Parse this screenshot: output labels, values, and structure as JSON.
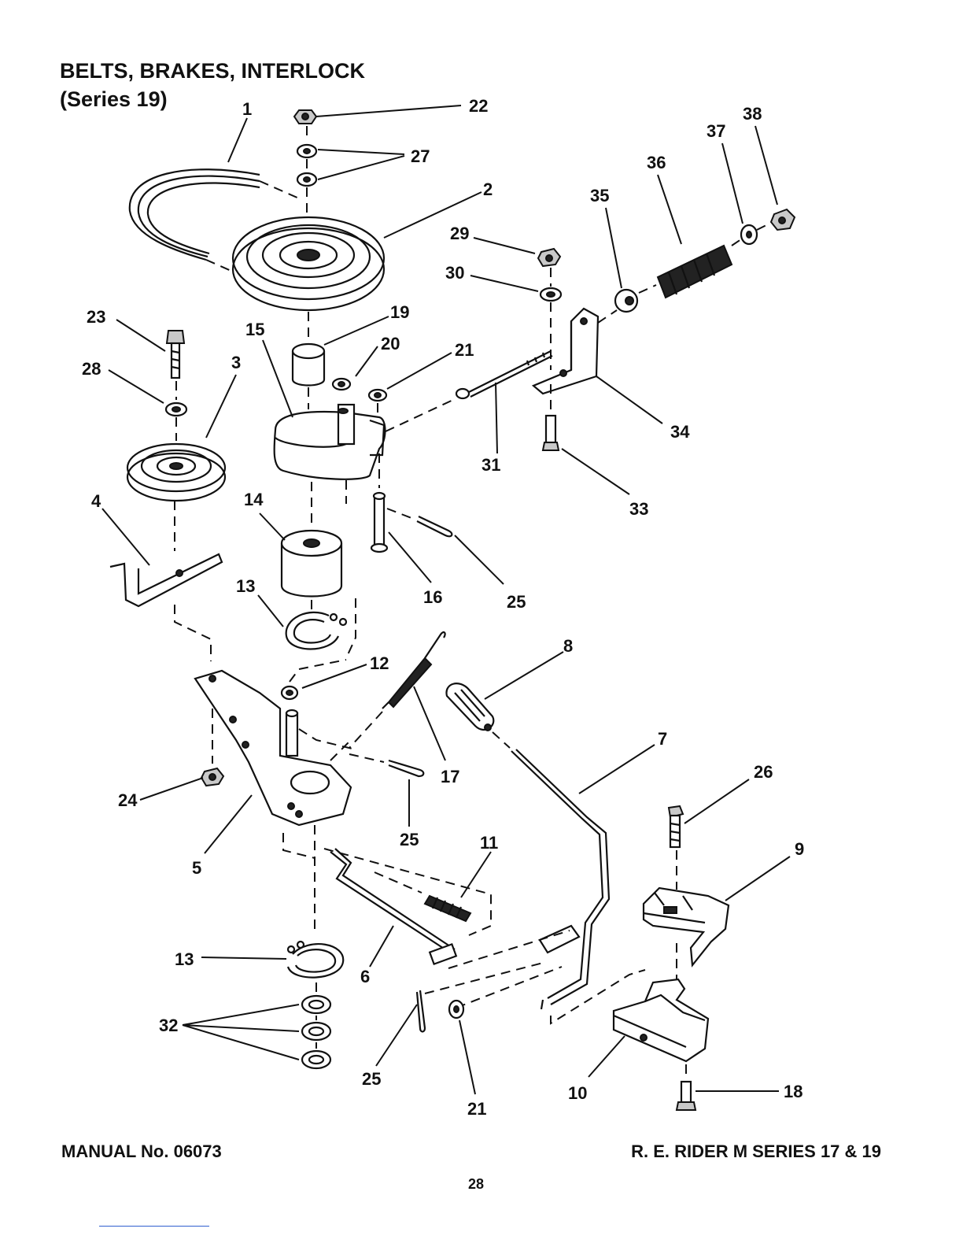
{
  "header": {
    "title": "BELTS, BRAKES, INTERLOCK",
    "subtitle": "(Series 19)"
  },
  "footer": {
    "manual": "MANUAL No. 06073",
    "model": "R. E. RIDER M SERIES 17 & 19",
    "page_number": "28"
  },
  "callouts": {
    "c1": "1",
    "c2": "2",
    "c3": "3",
    "c4": "4",
    "c5": "5",
    "c6": "6",
    "c7": "7",
    "c8": "8",
    "c9": "9",
    "c10": "10",
    "c11": "11",
    "c12": "12",
    "c13a": "13",
    "c13b": "13",
    "c14": "14",
    "c15": "15",
    "c16": "16",
    "c17": "17",
    "c18": "18",
    "c19": "19",
    "c20": "20",
    "c21a": "21",
    "c21b": "21",
    "c22": "22",
    "c23": "23",
    "c24": "24",
    "c25a": "25",
    "c25b": "25",
    "c25c": "25",
    "c26": "26",
    "c27": "27",
    "c28": "28",
    "c29": "29",
    "c30": "30",
    "c31": "31",
    "c32": "32",
    "c33": "33",
    "c34": "34",
    "c35": "35",
    "c36": "36",
    "c37": "37",
    "c38": "38"
  }
}
